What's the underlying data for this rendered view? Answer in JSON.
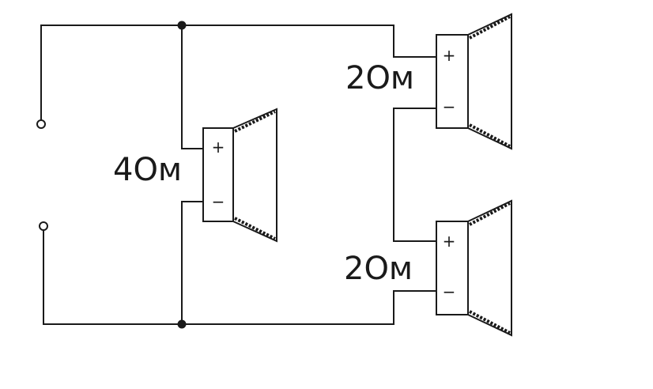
{
  "diagram": {
    "speakers": [
      {
        "id": "left",
        "impedance_label": "4Ом",
        "plus": "+",
        "minus": "−"
      },
      {
        "id": "top-right",
        "impedance_label": "2Ом",
        "plus": "+",
        "minus": "−"
      },
      {
        "id": "bottom-right",
        "impedance_label": "2Ом",
        "plus": "+",
        "minus": "−"
      }
    ]
  },
  "colors": {
    "line": "#1a1a1a",
    "background": "#ffffff"
  }
}
